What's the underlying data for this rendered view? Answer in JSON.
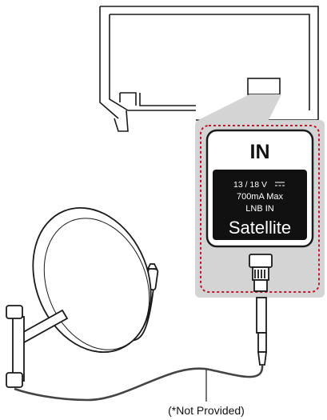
{
  "port_panel": {
    "title": "IN",
    "voltage": "13 / 18 V",
    "current": "700mA Max",
    "port_name": "LNB IN",
    "label": "Satellite"
  },
  "cable_note": "(*Not Provided)",
  "colors": {
    "outline": "#1a1a1a",
    "callout_bg": "#d4d4d4",
    "dotted_border": "#c0162e",
    "label_bg": "#111111",
    "label_text": "#ffffff"
  }
}
